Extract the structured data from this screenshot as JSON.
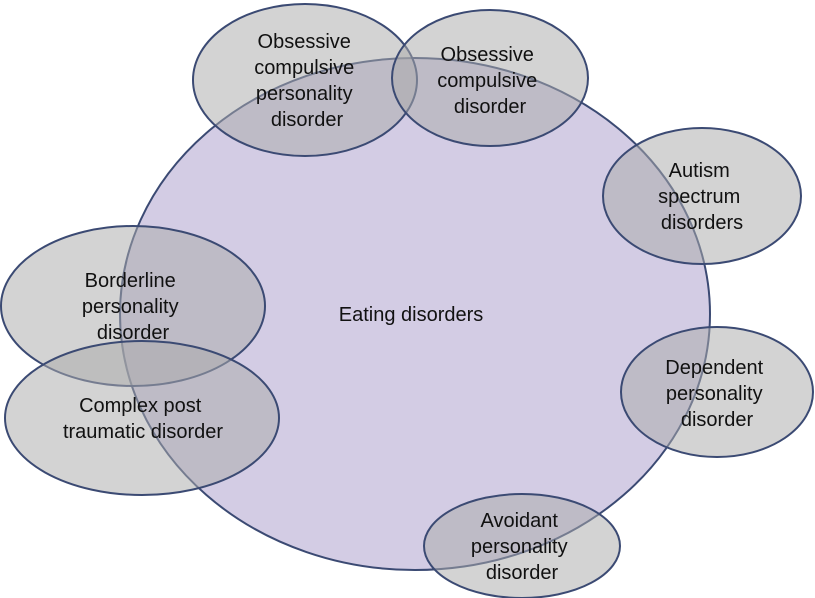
{
  "center": {
    "label": [
      "Eating disorders"
    ]
  },
  "satellites": [
    {
      "id": "ocpd",
      "label": [
        "Obsessive",
        "compulsive",
        "personality",
        "disorder"
      ]
    },
    {
      "id": "ocd",
      "label": [
        "Obsessive",
        "compulsive",
        "disorder"
      ]
    },
    {
      "id": "autism",
      "label": [
        "Autism",
        "spectrum",
        "disorders"
      ]
    },
    {
      "id": "borderline",
      "label": [
        "Borderline",
        "personality",
        "disorder"
      ]
    },
    {
      "id": "ptsd",
      "label": [
        "Complex post",
        "traumatic disorder"
      ]
    },
    {
      "id": "dependent",
      "label": [
        "Dependent",
        "personality",
        "disorder"
      ]
    },
    {
      "id": "avoidant",
      "label": [
        "Avoidant",
        "personality",
        "disorder"
      ]
    }
  ],
  "colors": {
    "center_fill": "#d3cce4",
    "satellite_fill": "#aaaaaa",
    "outline": "#3b4a73",
    "text": "#111111"
  }
}
